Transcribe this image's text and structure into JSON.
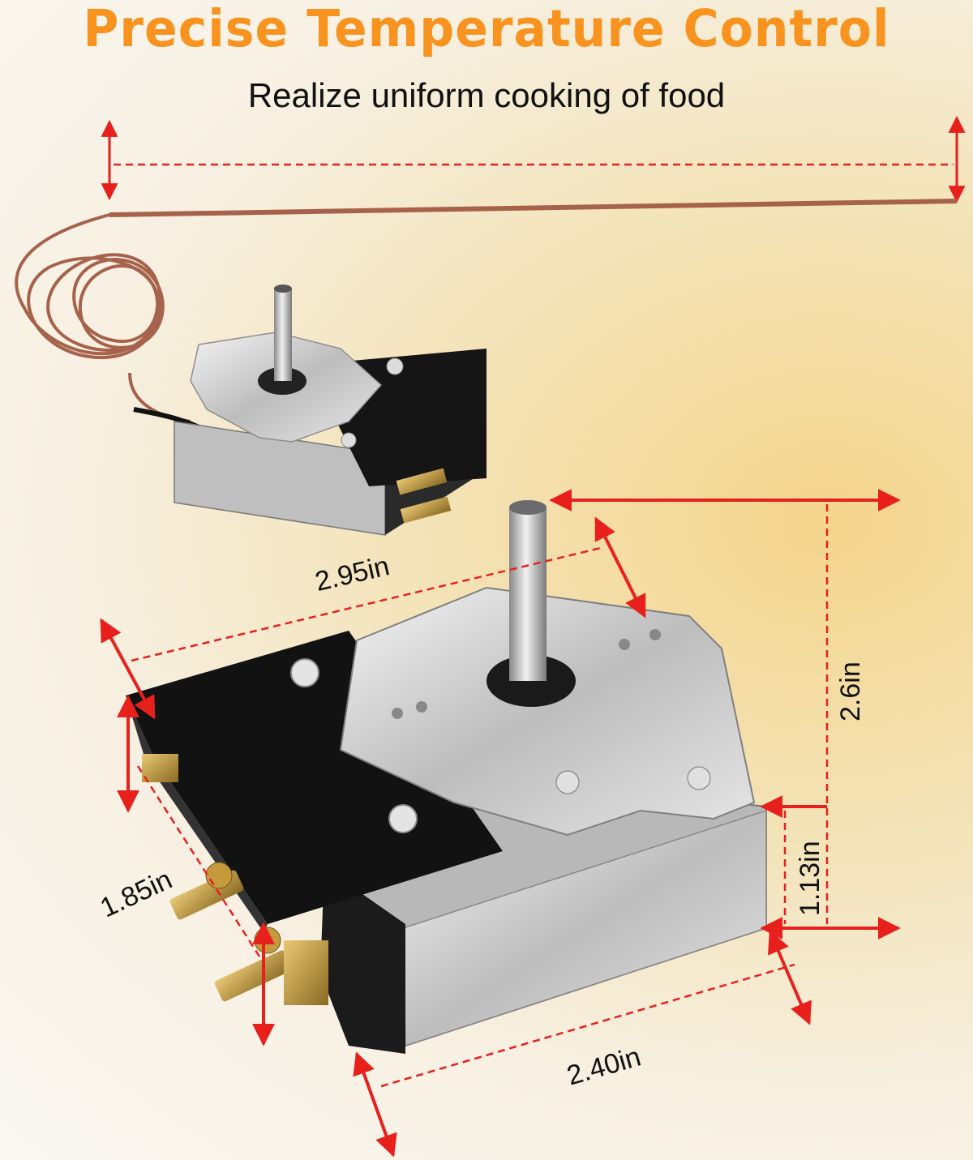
{
  "header": {
    "title": "Precise Temperature Control",
    "subtitle": "Realize uniform cooking of food"
  },
  "dimensions": {
    "width_top": "2.95in",
    "height": "2.6in",
    "step_height": "1.13in",
    "depth": "1.85in",
    "width_bottom": "2.40in"
  },
  "colors": {
    "title": "#f7931e",
    "dimension_lines": "#e8201c",
    "capillary": "#a6624a",
    "plate": "#1a1a1a",
    "metal": "#c9c9c9"
  }
}
